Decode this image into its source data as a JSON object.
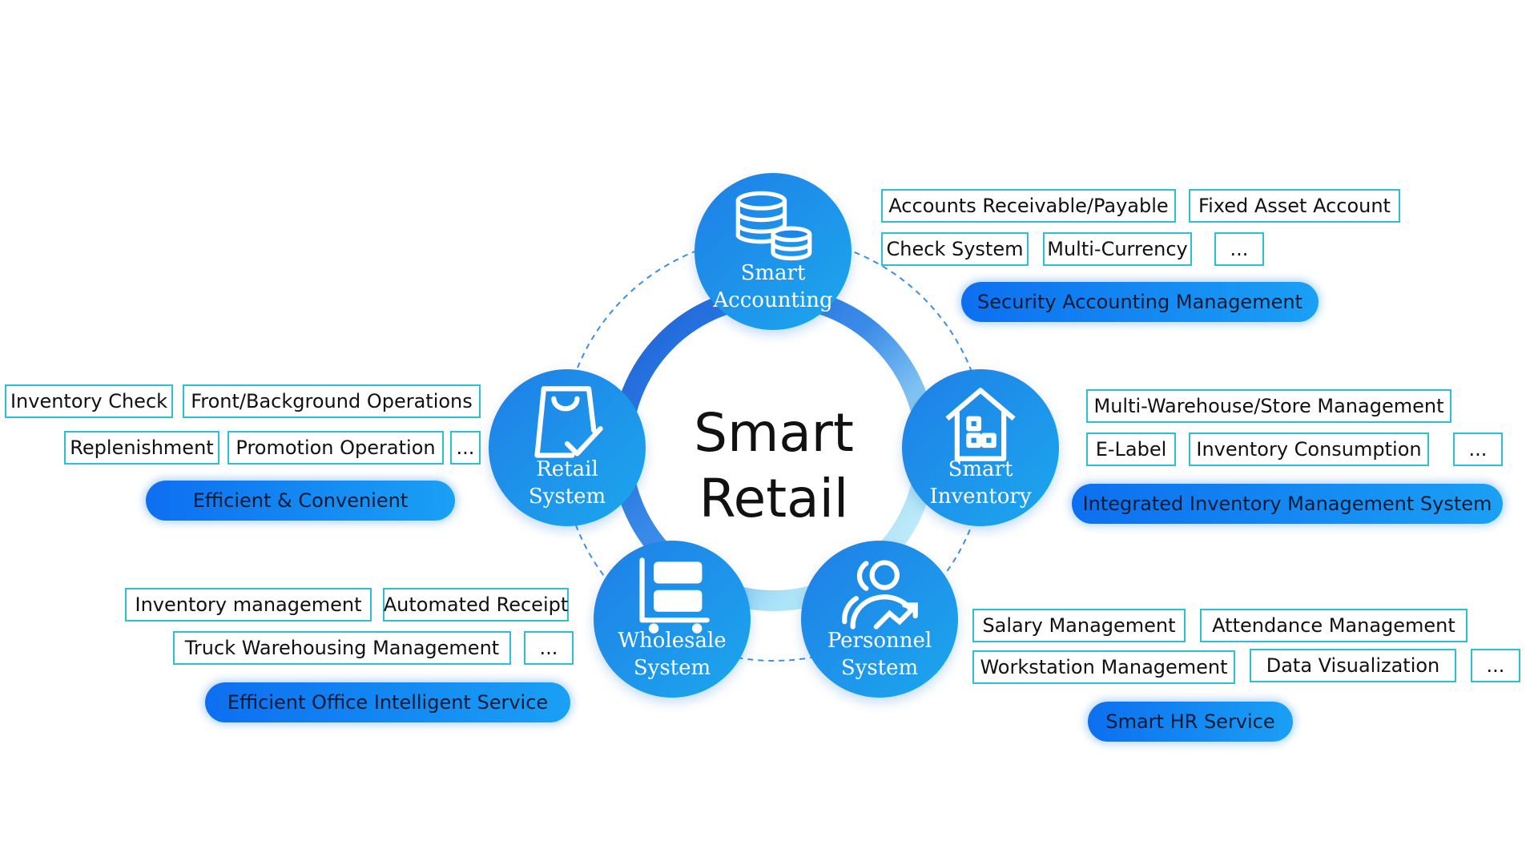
{
  "center": {
    "line1": "Smart",
    "line2": "Retail"
  },
  "modules": {
    "accounting": {
      "line1": "Smart",
      "line2": "Accounting",
      "icon": "database-coins-icon",
      "tags": [
        "Accounts Receivable/Payable",
        "Fixed Asset Account",
        "Check System",
        "Multi-Currency",
        "..."
      ],
      "highlight": "Security Accounting Management"
    },
    "inventory": {
      "line1": "Smart",
      "line2": "Inventory",
      "icon": "warehouse-house-icon",
      "tags": [
        "Multi-Warehouse/Store Management",
        "E-Label",
        "Inventory Consumption",
        "..."
      ],
      "highlight": "Integrated Inventory Management System"
    },
    "personnel": {
      "line1": "Personnel",
      "line2": "System",
      "icon": "people-trend-icon",
      "tags": [
        "Salary Management",
        "Attendance Management",
        "Workstation Management",
        "Data Visualization",
        "..."
      ],
      "highlight": "Smart HR Service"
    },
    "wholesale": {
      "line1": "Wholesale",
      "line2": "System",
      "icon": "shelf-cart-icon",
      "tags": [
        "Inventory management",
        "Automated Receipt",
        "Truck Warehousing Management",
        "..."
      ],
      "highlight": "Efficient Office Intelligent Service"
    },
    "retail": {
      "line1": "Retail",
      "line2": "System",
      "icon": "shopping-bag-check-icon",
      "tags": [
        "Inventory Check",
        "Front/Background Operations",
        "Replenishment",
        "Promotion Operation",
        "..."
      ],
      "highlight": "Efficient & Convenient"
    }
  },
  "colors": {
    "node_gradient_start": "#1f7fe6",
    "node_gradient_end": "#1ca7ee",
    "ring_dark": "#1a5fd8",
    "ring_light": "#cdeffa",
    "tag_border": "#2bc0d6",
    "pill": "#0d6ff0"
  }
}
